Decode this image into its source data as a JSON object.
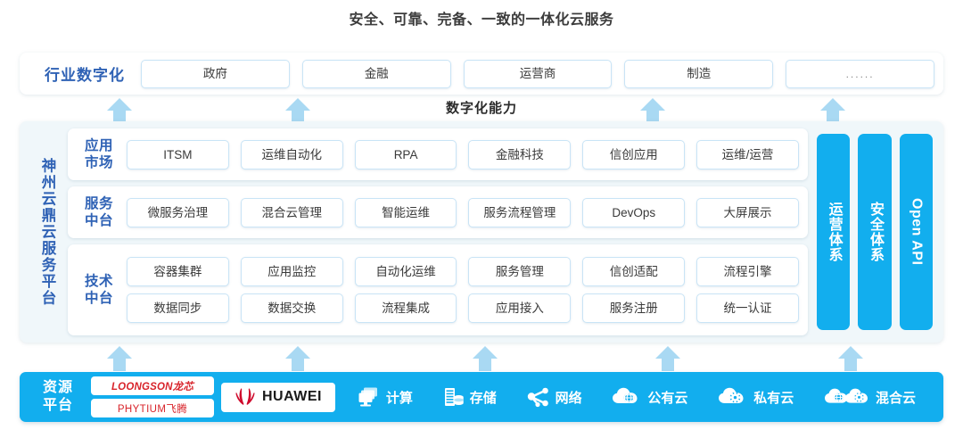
{
  "title": "安全、可靠、完备、一致的一体化云服务",
  "industry": {
    "label": "行业数字化",
    "items": [
      {
        "label": "政府"
      },
      {
        "label": "金融"
      },
      {
        "label": "运营商"
      },
      {
        "label": "制造"
      },
      {
        "label": "......"
      }
    ]
  },
  "capability": {
    "label": "数字化能力",
    "arrow_count_top": 4,
    "arrow_count_bottom": 5,
    "arrow_color": "#a9d9f3"
  },
  "platform": {
    "label": "神州云鼎云服务平台",
    "accent_color": "#2f62b5",
    "panel_bg": "#f0f7fa",
    "tiers": [
      {
        "label": "应用\n市场",
        "label_line1": "应用",
        "label_line2": "市场",
        "rows": [
          [
            "ITSM",
            "运维自动化",
            "RPA",
            "金融科技",
            "信创应用",
            "运维/运营"
          ]
        ]
      },
      {
        "label_line1": "服务",
        "label_line2": "中台",
        "rows": [
          [
            "微服务治理",
            "混合云管理",
            "智能运维",
            "服务流程管理",
            "DevOps",
            "大屏展示"
          ]
        ]
      },
      {
        "label_line1": "技术",
        "label_line2": "中台",
        "rows": [
          [
            "容器集群",
            "应用监控",
            "自动化运维",
            "服务管理",
            "信创适配",
            "流程引擎"
          ],
          [
            "数据同步",
            "数据交换",
            "流程集成",
            "应用接入",
            "服务注册",
            "统一认证"
          ]
        ]
      }
    ],
    "pillars": [
      {
        "label": "运营体系",
        "latin": false
      },
      {
        "label": "安全体系",
        "latin": false
      },
      {
        "label": "Open API",
        "latin": true
      }
    ],
    "pillar_color": "#12aeee"
  },
  "resource": {
    "label_line1": "资源",
    "label_line2": "平台",
    "bar_color": "#12aeee",
    "logos": [
      {
        "name": "loongson-logo",
        "text": "LOONGSON龙芯"
      },
      {
        "name": "phytium-logo",
        "text": "PHYTIUM飞腾"
      }
    ],
    "huawei": {
      "name": "huawei-logo",
      "text": "HUAWEI"
    },
    "items": [
      {
        "label": "计算",
        "icon": "computer-icon"
      },
      {
        "label": "存储",
        "icon": "storage-icon"
      },
      {
        "label": "网络",
        "icon": "network-icon"
      },
      {
        "label": "公有云",
        "icon": "public-cloud-icon"
      },
      {
        "label": "私有云",
        "icon": "private-cloud-icon"
      },
      {
        "label": "混合云",
        "icon": "hybrid-cloud-icon"
      }
    ]
  }
}
